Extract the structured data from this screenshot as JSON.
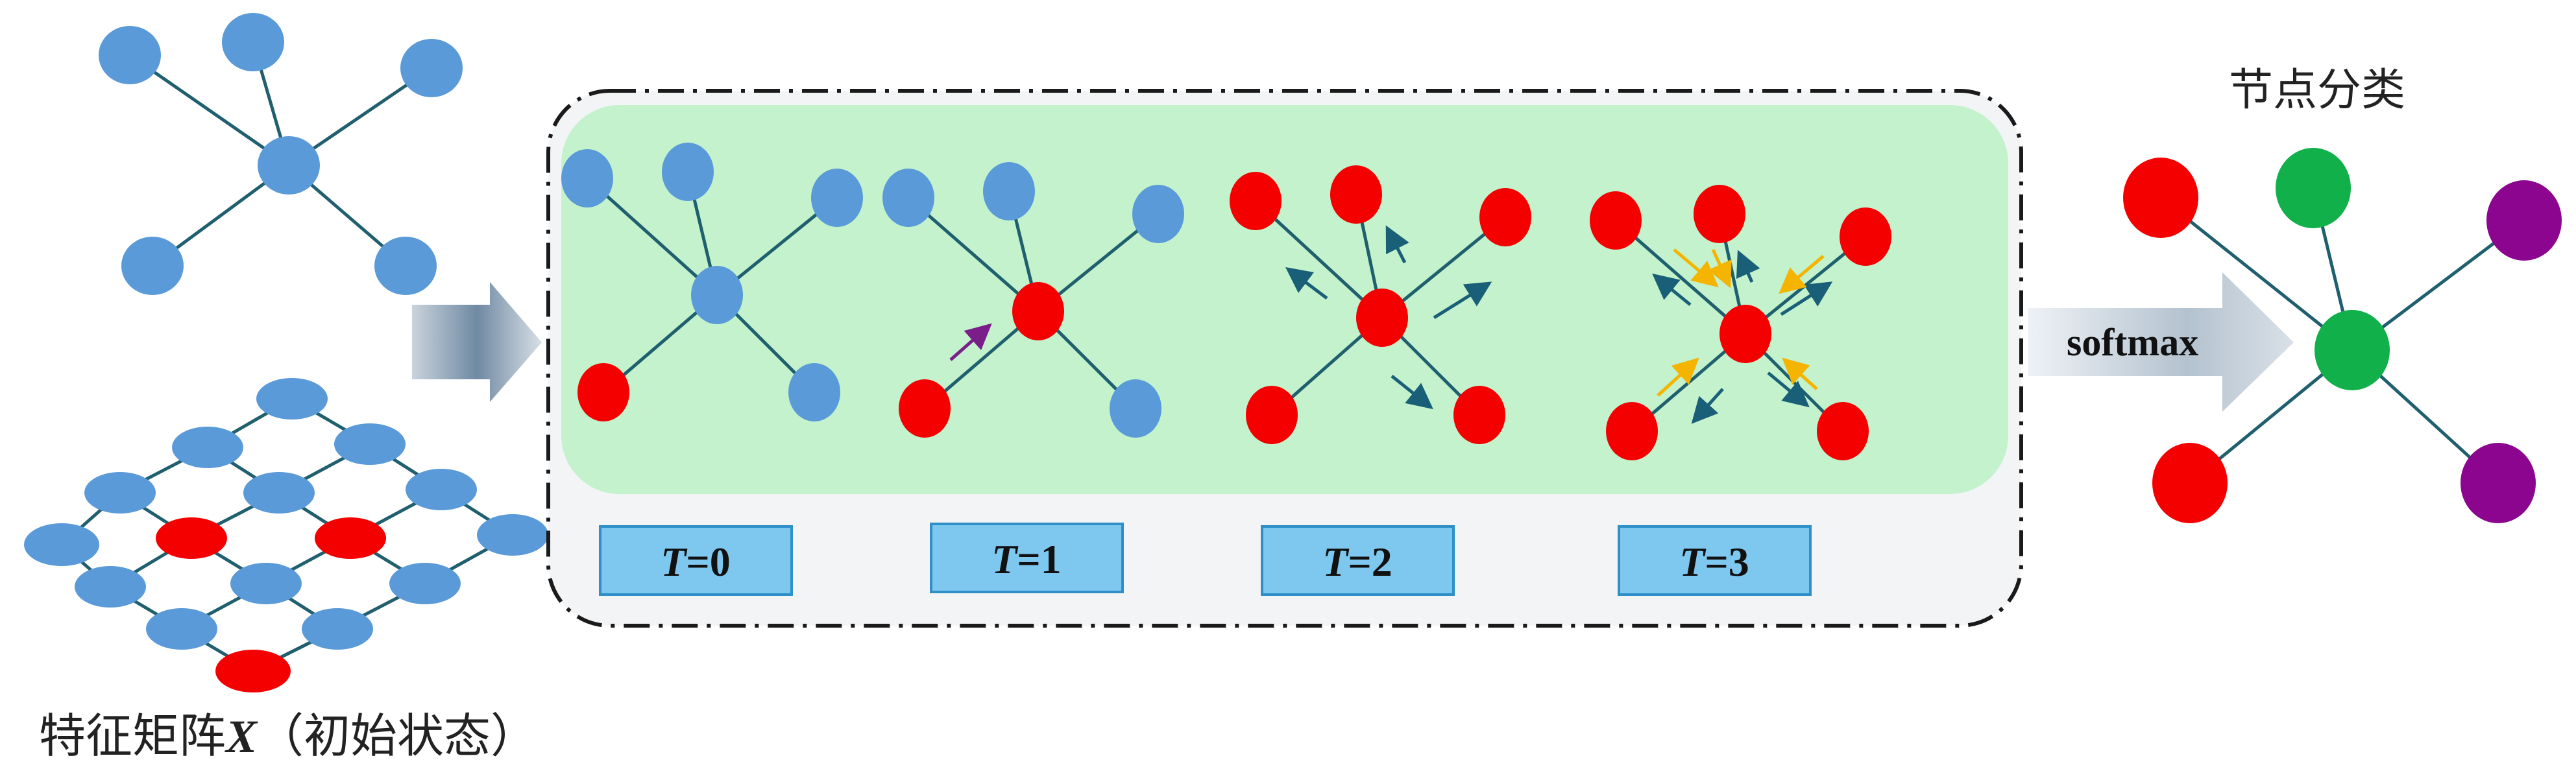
{
  "steps": [
    {
      "t_var": "T",
      "t_value": "=0"
    },
    {
      "t_var": "T",
      "t_value": "=1"
    },
    {
      "t_var": "T",
      "t_value": "=2"
    },
    {
      "t_var": "T",
      "t_value": "=3"
    }
  ],
  "input_caption": {
    "prefix": "特征矩阵",
    "var": "X",
    "suffix": "（初始状态）"
  },
  "output_title": "节点分类",
  "softmax_label": "softmax",
  "colors": {
    "blue_node": "#5a9ad8",
    "red_node": "#f40000",
    "green_node": "#12b04a",
    "purple_node": "#8b058f",
    "edge": "#1f5f6e",
    "panel_fill": "#f2f4f6",
    "inner_panel": "#c3f2cc",
    "t_box": "#7ec7ef",
    "arrow_teal": "#1a5f78",
    "arrow_yellow": "#f5b400",
    "arrow_purple": "#7a1f8a"
  }
}
